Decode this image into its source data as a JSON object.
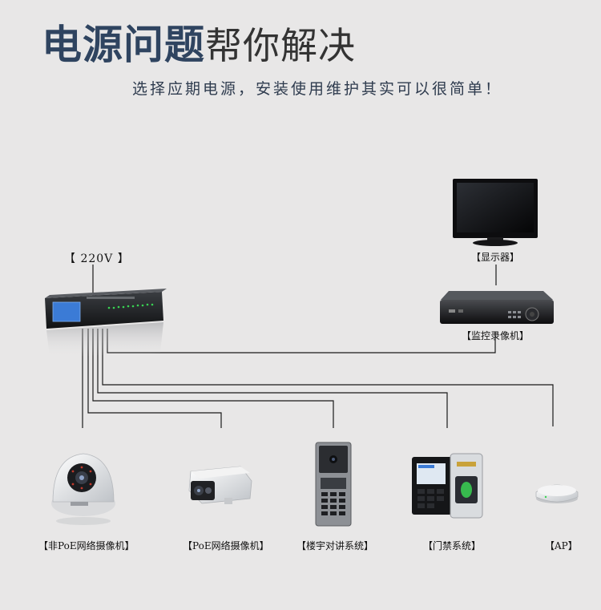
{
  "headline": {
    "bold": "电源问题",
    "light": "帮你解决"
  },
  "subheadline": "选择应期电源，安装使用维护其实可以很简单！",
  "power_input": {
    "label": "【 220V 】"
  },
  "devices": {
    "monitor": {
      "label": "【显示器】",
      "icon": "monitor-icon"
    },
    "nvr": {
      "label": "【监控录像机】",
      "icon": "nvr-icon"
    },
    "dome_camera": {
      "label": "【非PoE网络摄像机】",
      "icon": "dome-camera-icon"
    },
    "bullet_camera": {
      "label": "【PoE网络摄像机】",
      "icon": "bullet-camera-icon"
    },
    "intercom": {
      "label": "【楼宇对讲系统】",
      "icon": "intercom-icon"
    },
    "access_control": {
      "label": "【门禁系统】",
      "icon": "fingerprint-access-icon"
    },
    "ap": {
      "label": "【AP】",
      "icon": "wireless-ap-icon"
    }
  },
  "colors": {
    "headline_bold": "#2f4460",
    "subheadline": "#2e3b4e",
    "background": "#e8e7e7",
    "screen_blue": "#3b7bd6",
    "led_green": "#39d353"
  }
}
